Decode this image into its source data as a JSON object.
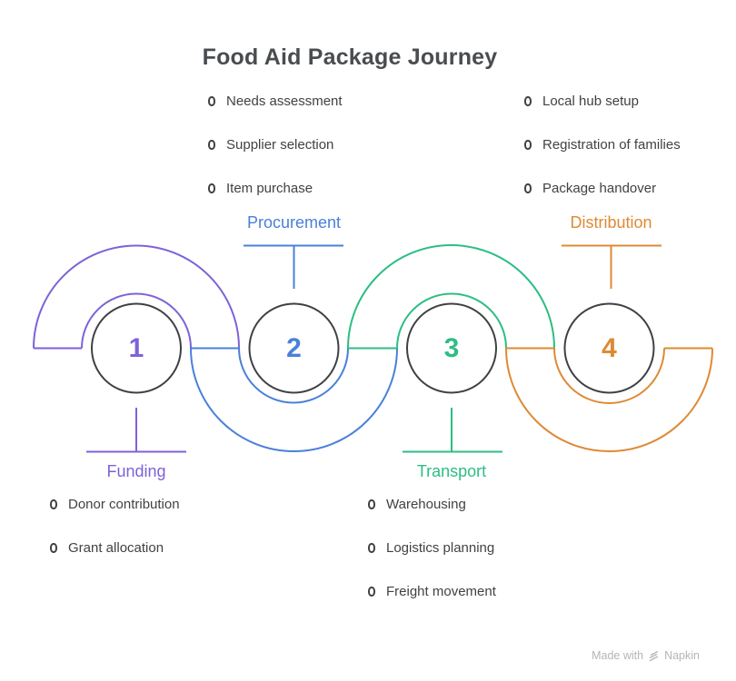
{
  "title": "Food Aid Package Journey",
  "colors": {
    "stage1_purple": "#7E62D8",
    "stage2_blue": "#4A80D9",
    "stage3_green": "#2EBD84",
    "stage4_orange": "#DE8A35",
    "circle_stroke": "#3E4144",
    "body_text": "#3F4245",
    "title_text": "#4A4D4F",
    "watermark_text": "#B2B5BA"
  },
  "stages": [
    {
      "number": "1",
      "label": "Funding",
      "color": "#7E62D8",
      "list_position": "below",
      "items": [
        "Donor contribution",
        "Grant allocation"
      ]
    },
    {
      "number": "2",
      "label": "Procurement",
      "color": "#4A80D9",
      "list_position": "above",
      "items": [
        "Needs assessment",
        "Supplier selection",
        "Item purchase"
      ]
    },
    {
      "number": "3",
      "label": "Transport",
      "color": "#2EBD84",
      "list_position": "below",
      "items": [
        "Warehousing",
        "Logistics planning",
        "Freight movement"
      ]
    },
    {
      "number": "4",
      "label": "Distribution",
      "color": "#DE8A35",
      "list_position": "above",
      "items": [
        "Local hub setup",
        "Registration of families",
        "Package handover"
      ]
    }
  ],
  "watermark": {
    "prefix": "Made with",
    "brand": "Napkin"
  }
}
